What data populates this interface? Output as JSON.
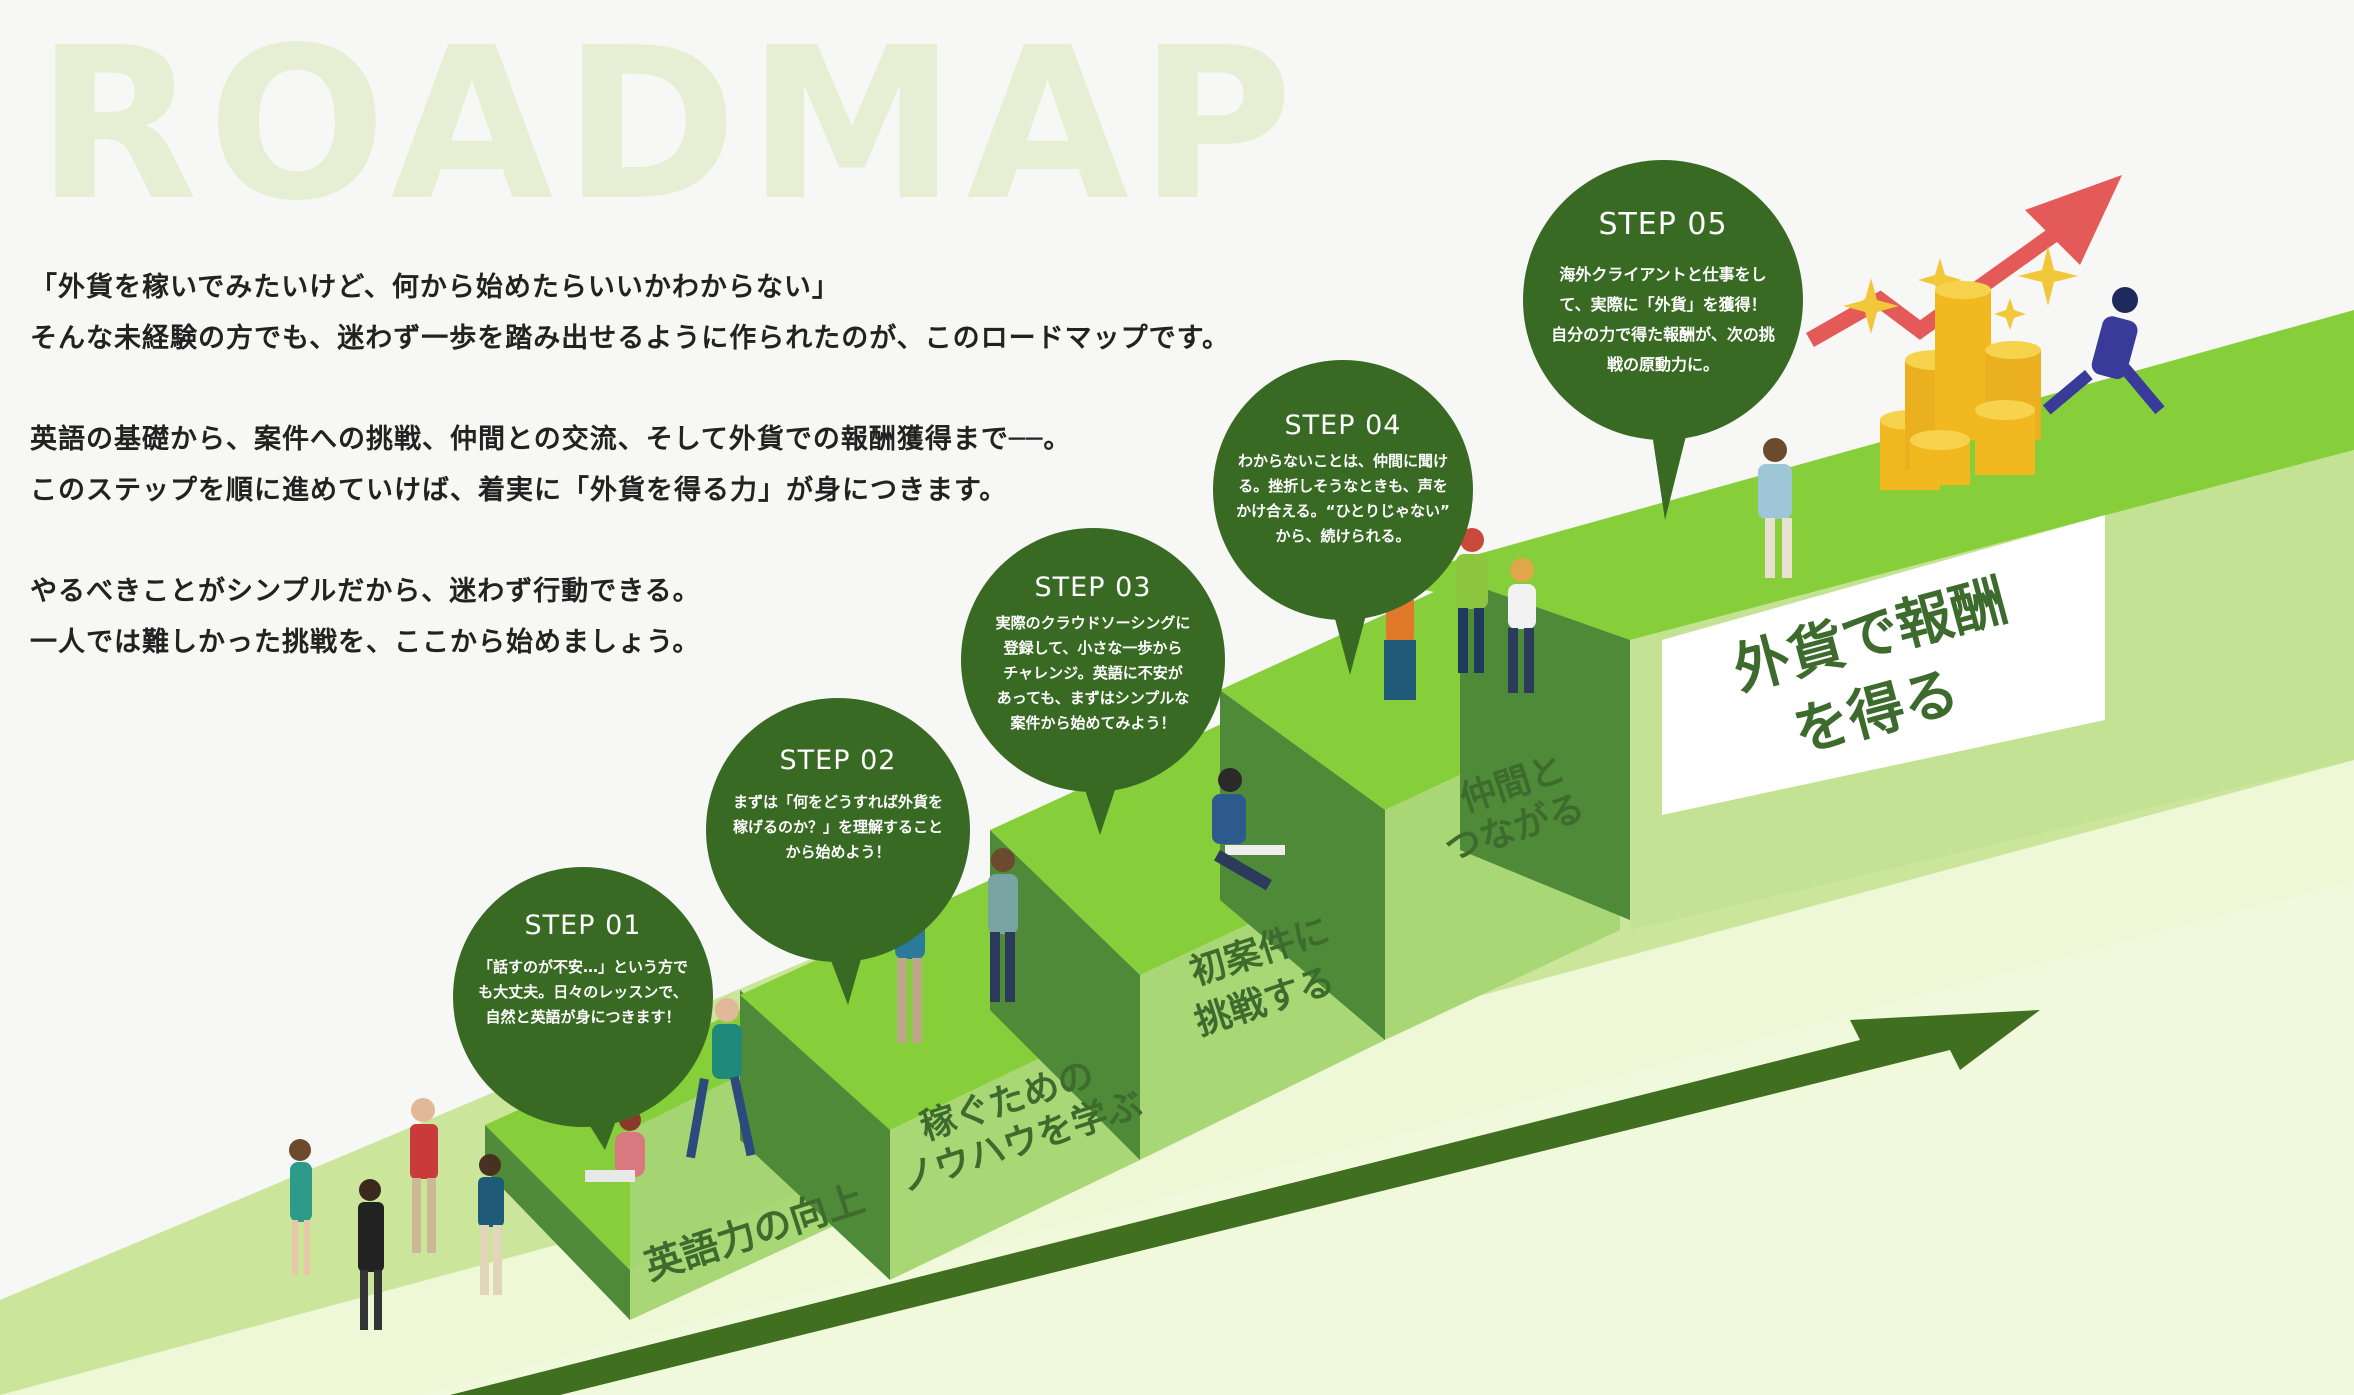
{
  "background_title": "ROADMAP",
  "intro": {
    "lines": [
      "「外貨を稼いでみたいけど、何から始めたらいいかわからない」",
      "そんな未経験の方でも、迷わず一歩を踏み出せるように作られたのが、このロードマップです。",
      "英語の基礎から、案件への挑戦、仲間との交流、そして外貨での報酬獲得まで──。",
      "このステップを順に進めていけば、着実に「外貨を得る力」が身につきます。",
      "やるべきことがシンプルだから、迷わず行動できる。",
      "一人では難しかった挑戦を、ここから始めましょう。"
    ]
  },
  "steps": [
    {
      "step": "STEP 01",
      "desc": [
        "「話すのが不安…」という方で",
        "も大丈夫。日々のレッスンで、",
        "自然と英語が身につきます！"
      ],
      "label": [
        "英語力の向上"
      ]
    },
    {
      "step": "STEP 02",
      "desc": [
        "まずは「何をどうすれば外貨を",
        "稼げるのか？」を理解すること",
        "から始めよう！"
      ],
      "label": [
        "稼ぐための",
        "ノウハウを学ぶ"
      ]
    },
    {
      "step": "STEP 03",
      "desc": [
        "実際のクラウドソーシングに",
        "登録して、小さな一歩から",
        "チャレンジ。英語に不安が",
        "あっても、まずはシンプルな",
        "案件から始めてみよう！"
      ],
      "label": [
        "初案件に",
        "挑戦する"
      ]
    },
    {
      "step": "STEP 04",
      "desc": [
        "わからないことは、仲間に聞け",
        "る。挫折しそうなときも、声を",
        "かけ合える。“ひとりじゃない”",
        "から、続けられる。"
      ],
      "label": [
        "仲間と",
        "つながる"
      ]
    },
    {
      "step": "STEP 05",
      "desc": [
        "海外クライアントと仕事をし",
        "て、実際に「外貨」を獲得！",
        "自分の力で得た報酬が、次の挑",
        "戦の原動力に。"
      ],
      "label": []
    }
  ],
  "goal": {
    "lines": [
      "外貨で報酬",
      "を得る"
    ]
  },
  "colors": {
    "bright_green": "#8cd43a",
    "dark_green": "#3f6f1f",
    "bubble": "#386a24",
    "arrow_red": "#e35a58",
    "coin_gold": "#f2b81f"
  },
  "icons": [
    "person-figure-icon",
    "coin-stack-icon",
    "sparkle-icon",
    "growth-arrow-icon"
  ]
}
